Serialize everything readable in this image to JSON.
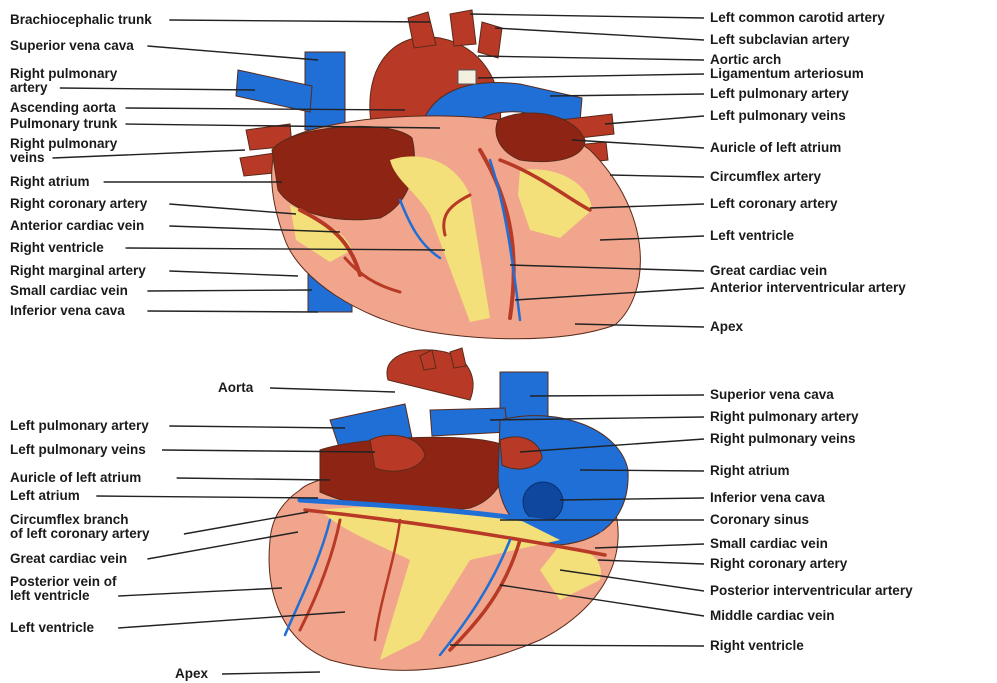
{
  "colors": {
    "artery": "#b83a26",
    "artery_dark": "#8e2414",
    "vein": "#1f6fd6",
    "vein_dark": "#10479e",
    "myocardium": "#f0a58c",
    "fat": "#f3e07a",
    "background": "#ffffff"
  },
  "anterior_view": {
    "left_labels": [
      [
        "Brachiocephalic trunk"
      ],
      [
        "Superior vena cava"
      ],
      [
        "Right pulmonary",
        "artery"
      ],
      [
        "Ascending aorta"
      ],
      [
        "Pulmonary trunk"
      ],
      [
        "Right pulmonary",
        "veins"
      ],
      [
        "Right atrium"
      ],
      [
        "Right coronary artery"
      ],
      [
        "Anterior cardiac vein"
      ],
      [
        "Right ventricle"
      ],
      [
        "Right marginal artery"
      ],
      [
        "Small cardiac vein"
      ],
      [
        "Inferior vena cava"
      ]
    ],
    "right_labels": [
      [
        "Left common carotid artery"
      ],
      [
        "Left subclavian artery"
      ],
      [
        "Aortic arch"
      ],
      [
        "Ligamentum arteriosum"
      ],
      [
        "Left pulmonary artery"
      ],
      [
        "Left pulmonary veins"
      ],
      [
        "Auricle of left atrium"
      ],
      [
        "Circumflex artery"
      ],
      [
        "Left coronary artery"
      ],
      [
        "Left ventricle"
      ],
      [
        "Great cardiac vein"
      ],
      [
        "Anterior interventricular artery"
      ],
      [
        "Apex"
      ]
    ]
  },
  "posterior_view": {
    "left_labels": [
      [
        "Aorta"
      ],
      [
        "Left pulmonary artery"
      ],
      [
        "Left pulmonary veins"
      ],
      [
        "Auricle of left atrium"
      ],
      [
        "Left atrium"
      ],
      [
        "Circumflex branch",
        "of left coronary artery"
      ],
      [
        "Great cardiac vein"
      ],
      [
        "Posterior vein of",
        "left ventricle"
      ],
      [
        "Left ventricle"
      ],
      [
        "Apex"
      ]
    ],
    "right_labels": [
      [
        "Superior vena cava"
      ],
      [
        "Right pulmonary artery"
      ],
      [
        "Right pulmonary veins"
      ],
      [
        "Right atrium"
      ],
      [
        "Inferior vena cava"
      ],
      [
        "Coronary sinus"
      ],
      [
        "Small cardiac vein"
      ],
      [
        "Right coronary artery"
      ],
      [
        "Posterior interventricular artery"
      ],
      [
        "Middle cardiac vein"
      ],
      [
        "Right ventricle"
      ]
    ]
  }
}
